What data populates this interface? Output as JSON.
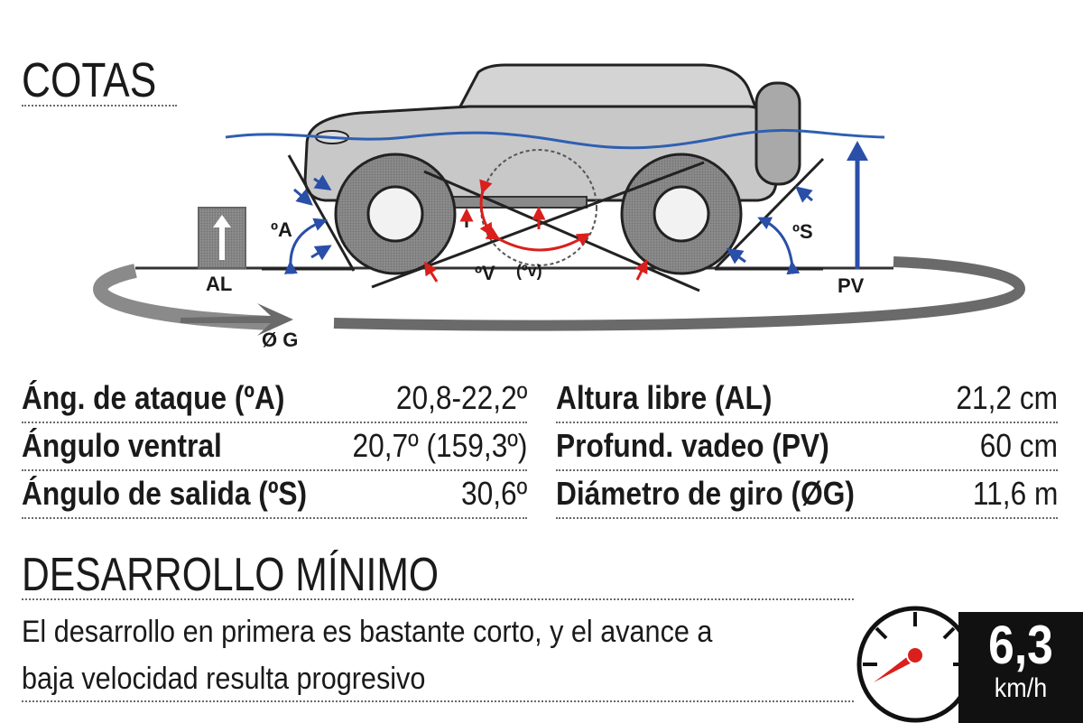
{
  "cotas": {
    "title": "COTAS",
    "labels": {
      "attack": "ºA",
      "ventral": "ºV",
      "ventral_alt": "(ºv)",
      "exit": "ºS",
      "clearance": "AL",
      "wading": "PV",
      "turning": "Ø G"
    }
  },
  "specs": {
    "left": [
      {
        "label": "Áng. de ataque (ºA)",
        "value": "20,8-22,2º"
      },
      {
        "label": "Ángulo ventral",
        "value": "20,7º (159,3º)"
      },
      {
        "label": "Ángulo de salida (ºS)",
        "value": "30,6º"
      }
    ],
    "right": [
      {
        "label": "Altura libre (AL)",
        "value": "21,2 cm"
      },
      {
        "label": "Profund. vadeo (PV)",
        "value": "60 cm"
      },
      {
        "label": "Diámetro de giro (ØG)",
        "value": "11,6 m"
      }
    ]
  },
  "desarrollo": {
    "title": "DESARROLLO MÍNIMO",
    "line1": "El desarrollo en primera es bastante corto, y el avance a",
    "line2": "baja velocidad resulta progresivo",
    "value": "6,3",
    "unit": "km/h"
  },
  "colors": {
    "water": "#2f5fb0",
    "red_arrow": "#d9201c",
    "blue_arrow": "#2a4fa8",
    "car_body": "#c8c8c8",
    "tire": "#7a7a7a",
    "badge": "#111111"
  }
}
